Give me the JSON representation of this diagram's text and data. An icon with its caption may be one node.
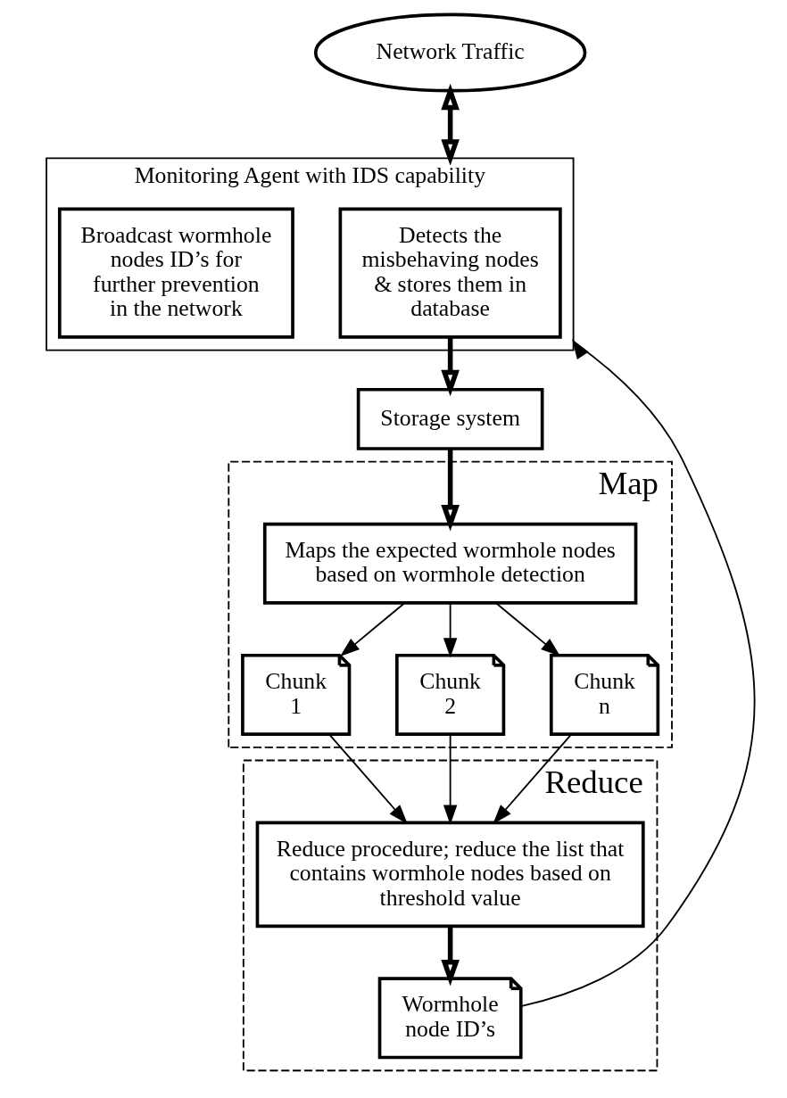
{
  "diagram": {
    "nodes": [
      {
        "text": [
          "Network Traffic"
        ]
      },
      {
        "text": [
          "Monitoring Agent with IDS capability"
        ]
      },
      {
        "text": [
          "Detects the misbehaving nodes & stores them in database"
        ],
        "in": 1
      },
      {
        "text": [
          "Broadcast wormhole nodes ID’s for further prevention in the network"
        ],
        "in": 1
      },
      {
        "text": [
          "Storage system"
        ]
      },
      {
        "text": [
          "Map"
        ]
      },
      {
        "text": [
          "Maps the expected wormhole nodes based on wormhole detection"
        ],
        "in": 5
      },
      {
        "text": [
          "Chunk 1"
        ],
        "in": 5
      },
      {
        "text": [
          "Chunk 2"
        ],
        "in": 5
      },
      {
        "text": [
          "Chunk n"
        ],
        "in": 5
      },
      {
        "text": [
          "Reduce"
        ]
      },
      {
        "text": [
          "Reduce procedure; reduce the list that contains wormhole nodes based on threshold value"
        ],
        "in": 10
      },
      {
        "text": [
          "Wormhole node ID’s"
        ],
        "in": 10
      }
    ],
    "edges": [
      {
        "from": 0,
        "to": 1,
        "arrow": "both",
        "style": "thick"
      },
      {
        "from": 2,
        "to": 4,
        "arrow": "to",
        "style": "thick"
      },
      {
        "from": 4,
        "to": 6,
        "arrow": "to",
        "style": "thick"
      },
      {
        "from": 6,
        "to": 7,
        "arrow": "to"
      },
      {
        "from": 6,
        "to": 8,
        "arrow": "to"
      },
      {
        "from": 6,
        "to": 9,
        "arrow": "to"
      },
      {
        "from": 7,
        "to": 11,
        "arrow": "to"
      },
      {
        "from": 8,
        "to": 11,
        "arrow": "to"
      },
      {
        "from": 9,
        "to": 11,
        "arrow": "to"
      },
      {
        "from": 11,
        "to": 12,
        "arrow": "to",
        "style": "thick"
      },
      {
        "from": 12,
        "to": 1,
        "arrow": "to"
      }
    ]
  }
}
